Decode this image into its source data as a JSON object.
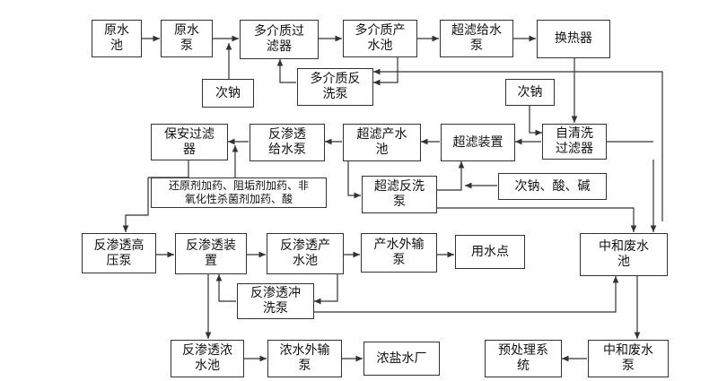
{
  "nodes": {
    "raw_pool": "原水\n池",
    "raw_pump": "原水\n泵",
    "mm_filter": "多介质过\n滤器",
    "mm_tank": "多介质产\n水池",
    "uf_feed_pump": "超滤给水\n泵",
    "heat_exchanger": "换热器",
    "hypo_1": "次钠",
    "mm_backwash_pump": "多介质反\n洗泵",
    "hypo_2": "次钠",
    "security_filter": "保安过滤\n器",
    "ro_feed_pump": "反渗透\n给水泵",
    "uf_tank": "超滤产水\n池",
    "uf_device": "超滤装置",
    "self_clean_filter": "自清洗\n过滤器",
    "dosing": "还原剂加药、阻垢剂加药、非\n氧化性杀菌剂加药、酸",
    "uf_backwash_pump": "超滤反洗\n泵",
    "chem_mix": "次钠、酸、碱",
    "ro_hp_pump": "反渗透高\n压泵",
    "ro_device": "反渗透装\n置",
    "ro_tank": "反渗透产\n水池",
    "export_pump": "产水外输\n泵",
    "use_point": "用水点",
    "neutral_tank": "中和废水\n池",
    "ro_flush_pump": "反渗透冲\n洗泵",
    "concentrate_tank": "反渗透浓\n水池",
    "conc_export_pump": "浓水外输\n泵",
    "brine_plant": "浓盐水厂",
    "pretreat_system": "预处理系\n统",
    "neutral_pump": "中和废水\n泵"
  }
}
